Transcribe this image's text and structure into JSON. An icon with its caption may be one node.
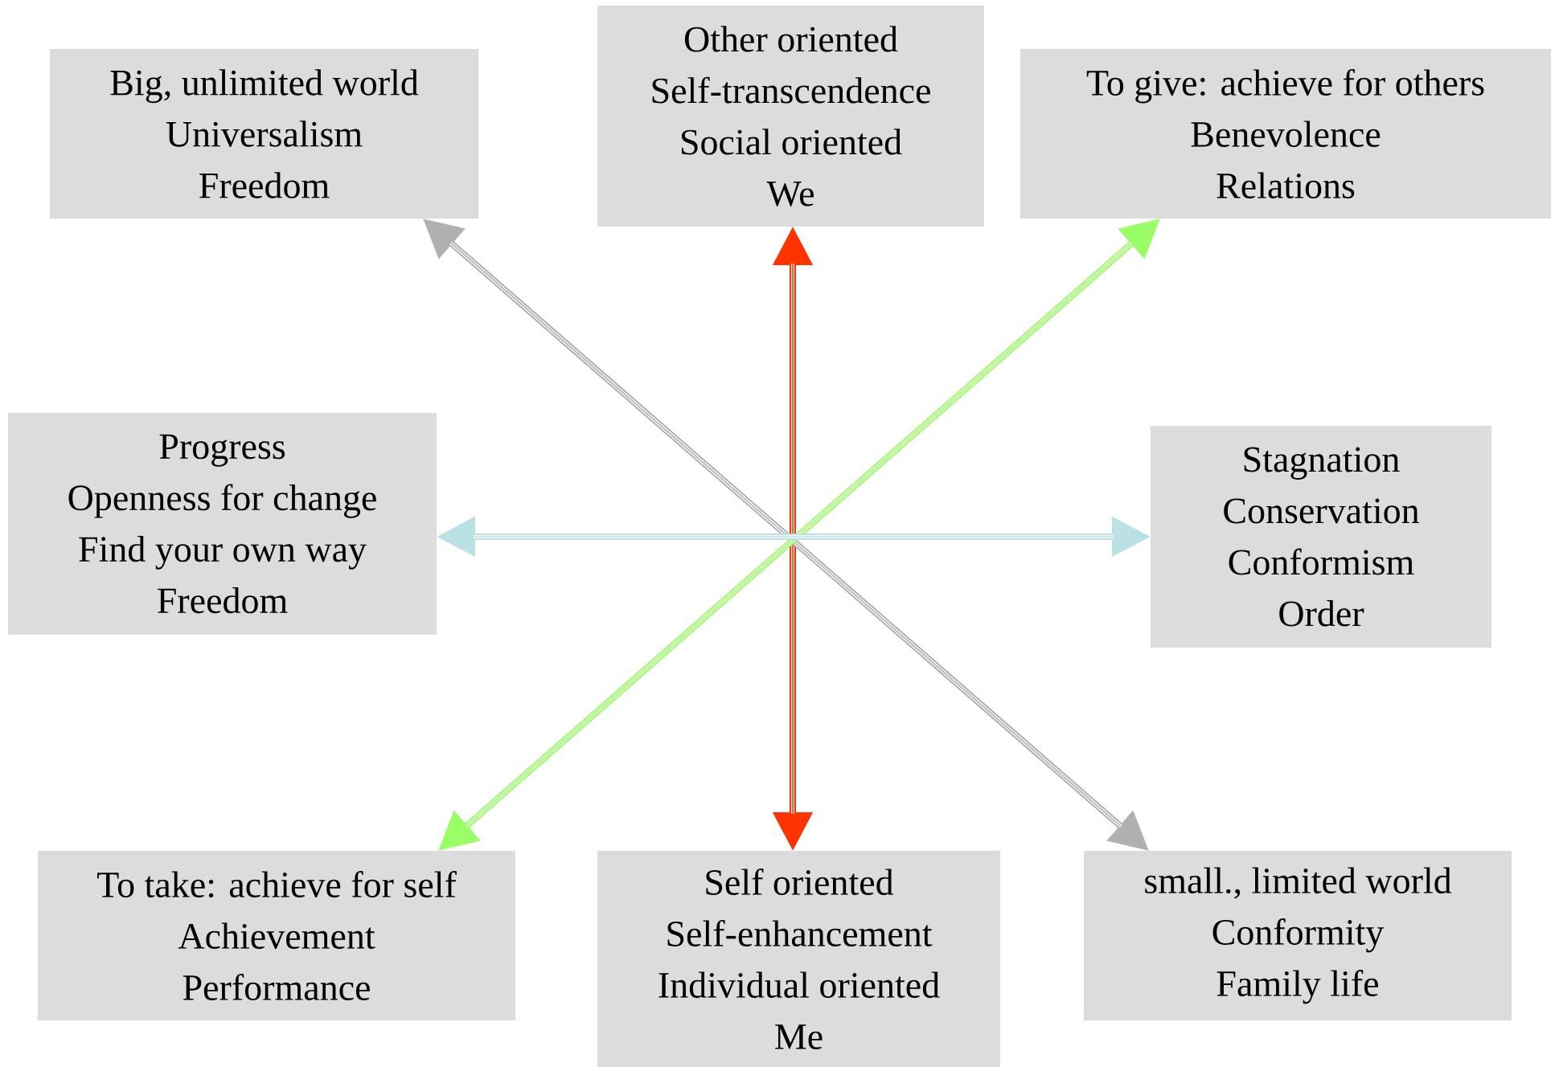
{
  "diagram": {
    "nodes": [
      {
        "text": [
          "Big, unlimited world",
          "Universalism",
          "Freedom"
        ]
      },
      {
        "text": [
          "Other oriented",
          "Self-transcendence",
          "Social oriented",
          "We"
        ]
      },
      {
        "text": [
          "To give: achieve for others",
          "Benevolence",
          "Relations"
        ]
      },
      {
        "text": [
          "Progress",
          "Openness for change",
          "Find your own way",
          "Freedom"
        ]
      },
      {
        "text": [
          "Stagnation",
          "Conservation",
          "Conformism",
          "Order"
        ]
      },
      {
        "text": [
          "To take: achieve for self",
          "Achievement",
          "Performance"
        ]
      },
      {
        "text": [
          "Self oriented",
          "Self-enhancement",
          "Individual oriented",
          "Me"
        ]
      },
      {
        "text": [
          "small., limited world",
          "Conformity",
          "Family life"
        ]
      }
    ],
    "edges": [
      {
        "from": 1,
        "to": 6,
        "arrow": "both",
        "color": "#ff3300"
      },
      {
        "from": 0,
        "to": 7,
        "arrow": "both",
        "color": "#b0b0b0"
      },
      {
        "from": 2,
        "to": 5,
        "arrow": "both",
        "color": "#99ff66"
      },
      {
        "from": 3,
        "to": 4,
        "arrow": "both",
        "color": "#b9e0e3"
      }
    ]
  }
}
